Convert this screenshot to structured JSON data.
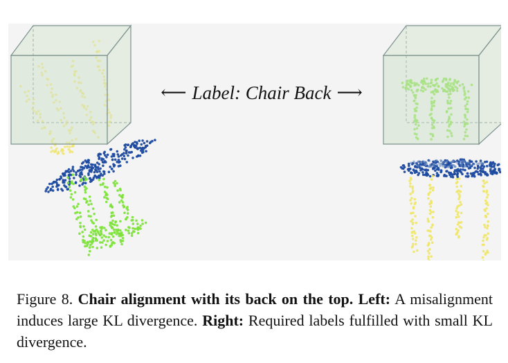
{
  "figure": {
    "banner": {
      "left_arrow": "⟵",
      "label": "Label: Chair Back",
      "right_arrow": "⟶"
    },
    "colors": {
      "box_fill": "#cfe1c9",
      "box_stroke": "#79908c",
      "blue": "#1d4aa0",
      "green": "#7de23a",
      "yellow": "#efe66a"
    },
    "panels": [
      "left",
      "right"
    ]
  },
  "caption": {
    "label": "Figure 8.",
    "title": "Chair alignment with its back on the top.",
    "left_label": "Left:",
    "left_text": "A misalignment induces large KL divergence.",
    "right_label": "Right:",
    "right_text": "Required labels fulfilled with small KL divergence."
  }
}
